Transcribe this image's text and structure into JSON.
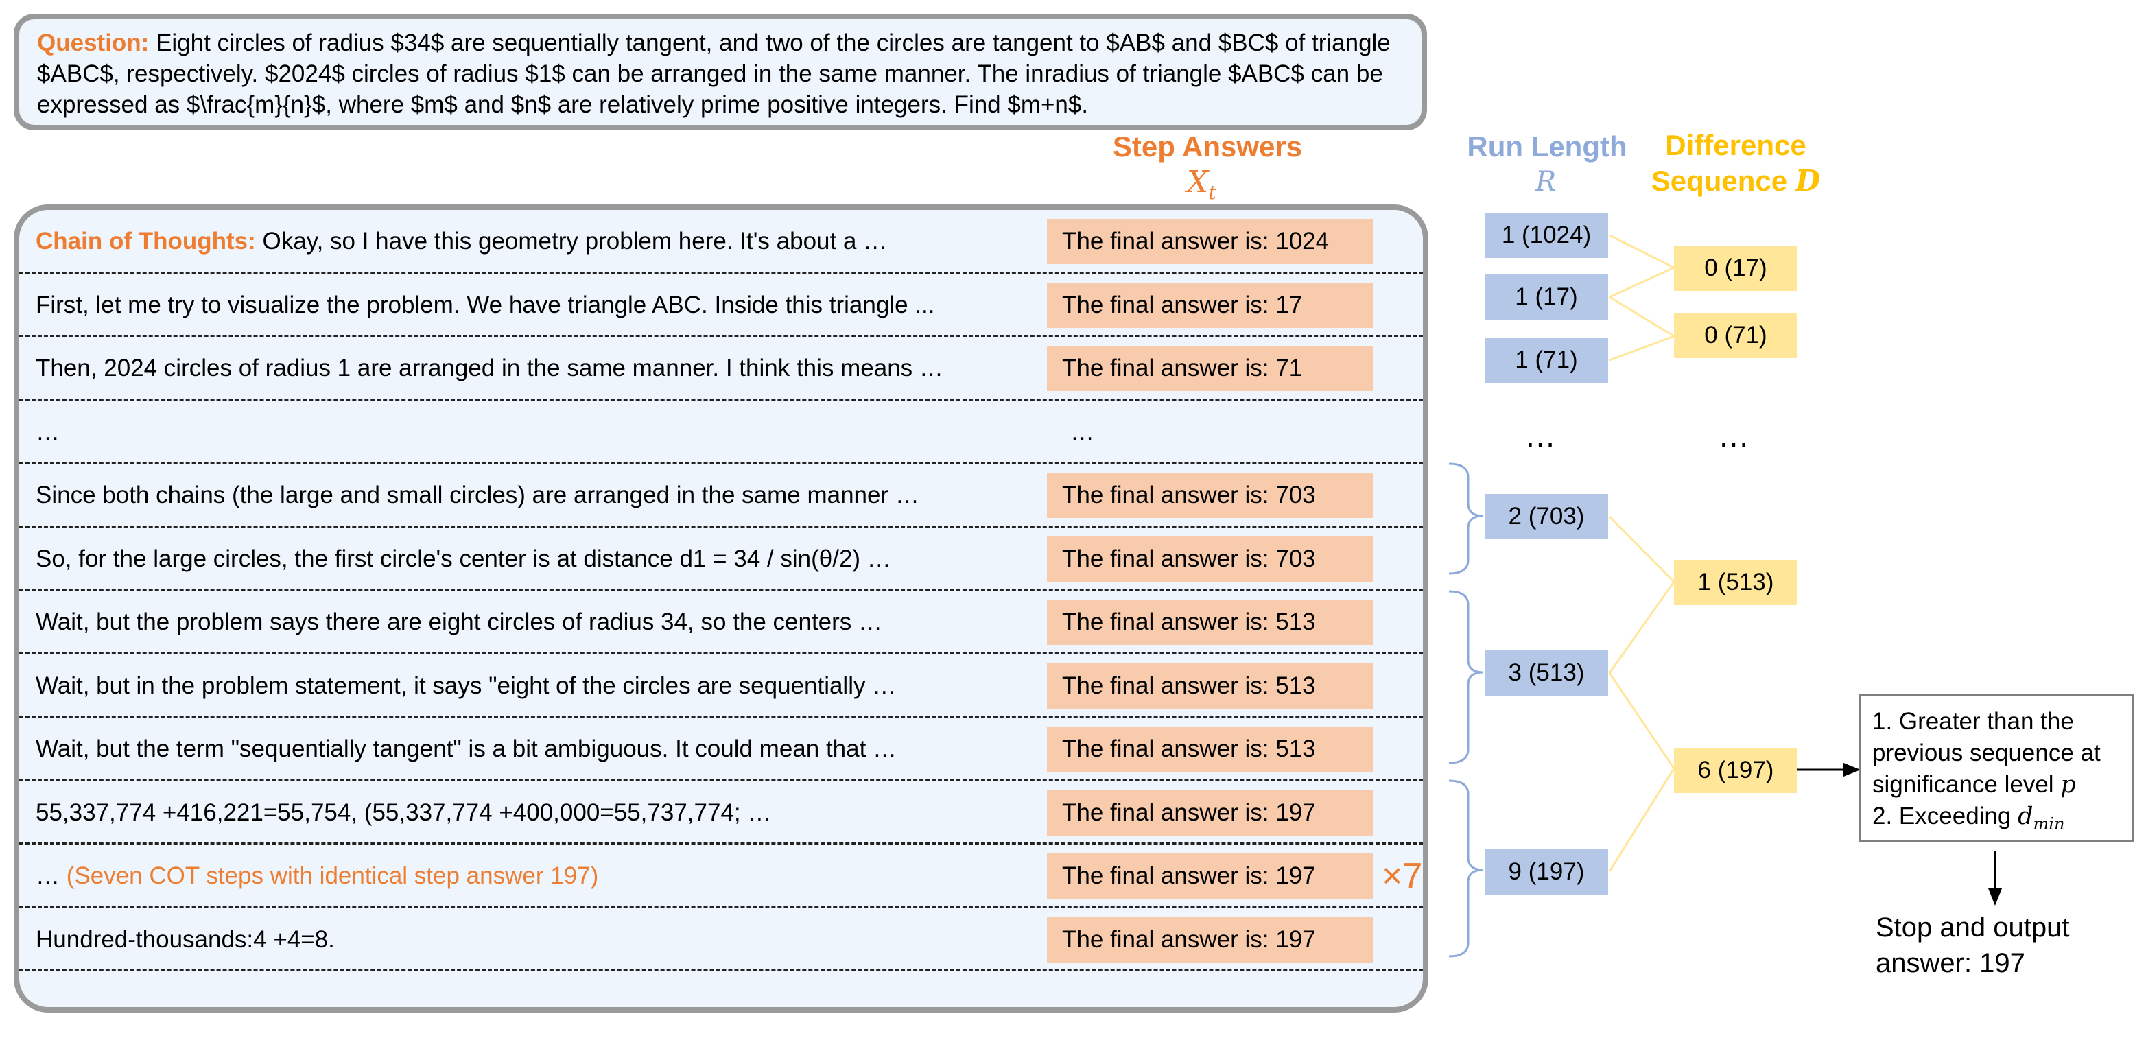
{
  "question": {
    "label": "Question:",
    "text": "Eight circles of radius $34$ are sequentially tangent, and two of the circles are tangent to $AB$ and $BC$ of triangle $ABC$, respectively. $2024$ circles of radius $1$ can be arranged in the same manner. The inradius of triangle $ABC$ can be expressed as $\\frac{m}{n}$, where $m$ and $n$ are relatively prime positive integers. Find $m+n$."
  },
  "headers": {
    "step_answers": "Step Answers",
    "step_answers_symbol": "X",
    "step_answers_symbol_sub": "t",
    "run_length": "Run Length",
    "run_length_symbol": "R",
    "difference_line1": "Difference",
    "difference_line2": "Sequence",
    "difference_symbol": "D"
  },
  "cot": {
    "label": "Chain of Thoughts:",
    "rows": [
      {
        "text": "Okay, so I have this geometry problem here. It's about a …",
        "answer": "The final answer is: 1024"
      },
      {
        "text": "First, let me try to visualize the problem. We have triangle ABC. Inside this triangle ...",
        "answer": "The final answer is: 17"
      },
      {
        "text": "Then, 2024 circles of radius 1 are arranged in the same manner. I think this means …",
        "answer": "The final answer is: 71"
      },
      {
        "text": "…",
        "answer": "…"
      },
      {
        "text": "Since both chains (the large and small circles) are arranged in the same manner …",
        "answer": "The final answer is: 703"
      },
      {
        "text": "So, for the large circles, the first circle's center is at distance d1 = 34 / sin(θ/2) …",
        "answer": "The final answer is: 703"
      },
      {
        "text": "Wait, but the problem says there are eight circles of radius 34, so the centers …",
        "answer": "The final answer is: 513"
      },
      {
        "text": "Wait, but in the problem statement, it says \"eight of the circles are sequentially …",
        "answer": "The final answer is: 513"
      },
      {
        "text": "Wait, but the term \"sequentially tangent\" is a bit ambiguous. It could mean that …",
        "answer": "The final answer is: 513"
      },
      {
        "text": "55,337,774 +416,221=55,754,  (55,337,774 +400,000=55,737,774; …",
        "answer": "The final answer is: 197"
      },
      {
        "text_prefix": "… ",
        "text": "(Seven COT steps with identical step answer 197)",
        "answer": "The final answer is: 197",
        "multiplier": "×7"
      },
      {
        "text": "Hundred-thousands:4 +4=8.",
        "answer": "The final answer is: 197"
      }
    ]
  },
  "run_length": {
    "items": [
      "1 (1024)",
      "1 (17)",
      "1 (71)",
      "2 (703)",
      "3 (513)",
      "9 (197)"
    ],
    "ellipsis": "…"
  },
  "difference": {
    "items": [
      "0 (17)",
      "0 (71)",
      "1 (513)",
      "6 (197)"
    ],
    "ellipsis": "…"
  },
  "condition": {
    "line1": "1. Greater than the previous sequence at significance level",
    "p_symbol": "p",
    "line2": "2. Exceeding",
    "dmin_symbol": "d",
    "dmin_sub": "min"
  },
  "stop": {
    "text": "Stop and output answer: 197"
  },
  "colors": {
    "orange": "#ed7d31",
    "blue_box": "#b4c7e7",
    "blue_text": "#8eaadb",
    "yellow_box": "#ffe699",
    "yellow_text": "#ffc000",
    "answer_box": "#f8cbad",
    "panel_bg": "#eef5fc",
    "border_gray": "#9a9a9a"
  }
}
